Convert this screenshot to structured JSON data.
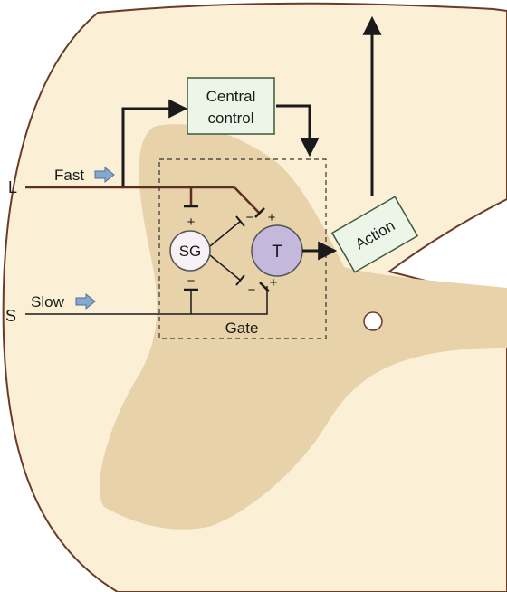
{
  "labels": {
    "central_control_line1": "Central",
    "central_control_line2": "control",
    "fast": "Fast",
    "slow": "Slow",
    "l": "L",
    "s": "S",
    "sg": "SG",
    "t": "T",
    "action": "Action",
    "gate": "Gate",
    "plus": "+",
    "minus": "−"
  },
  "colors": {
    "outer_matter": "#fbf0d6",
    "grey_matter": "#e7d2aa",
    "outline": "#6b3b2a",
    "box_fill": "#ecf5e8",
    "box_border": "#3a5a3a",
    "sg_fill": "#f7f0f4",
    "t_fill": "#c5b8dd",
    "arrow_icon": "#86a8cf",
    "line": "#1a1a1a",
    "fiber_l": "#5b2f22"
  },
  "icons": {
    "fast_arrow": "right-arrow-icon",
    "slow_arrow": "right-arrow-icon"
  }
}
